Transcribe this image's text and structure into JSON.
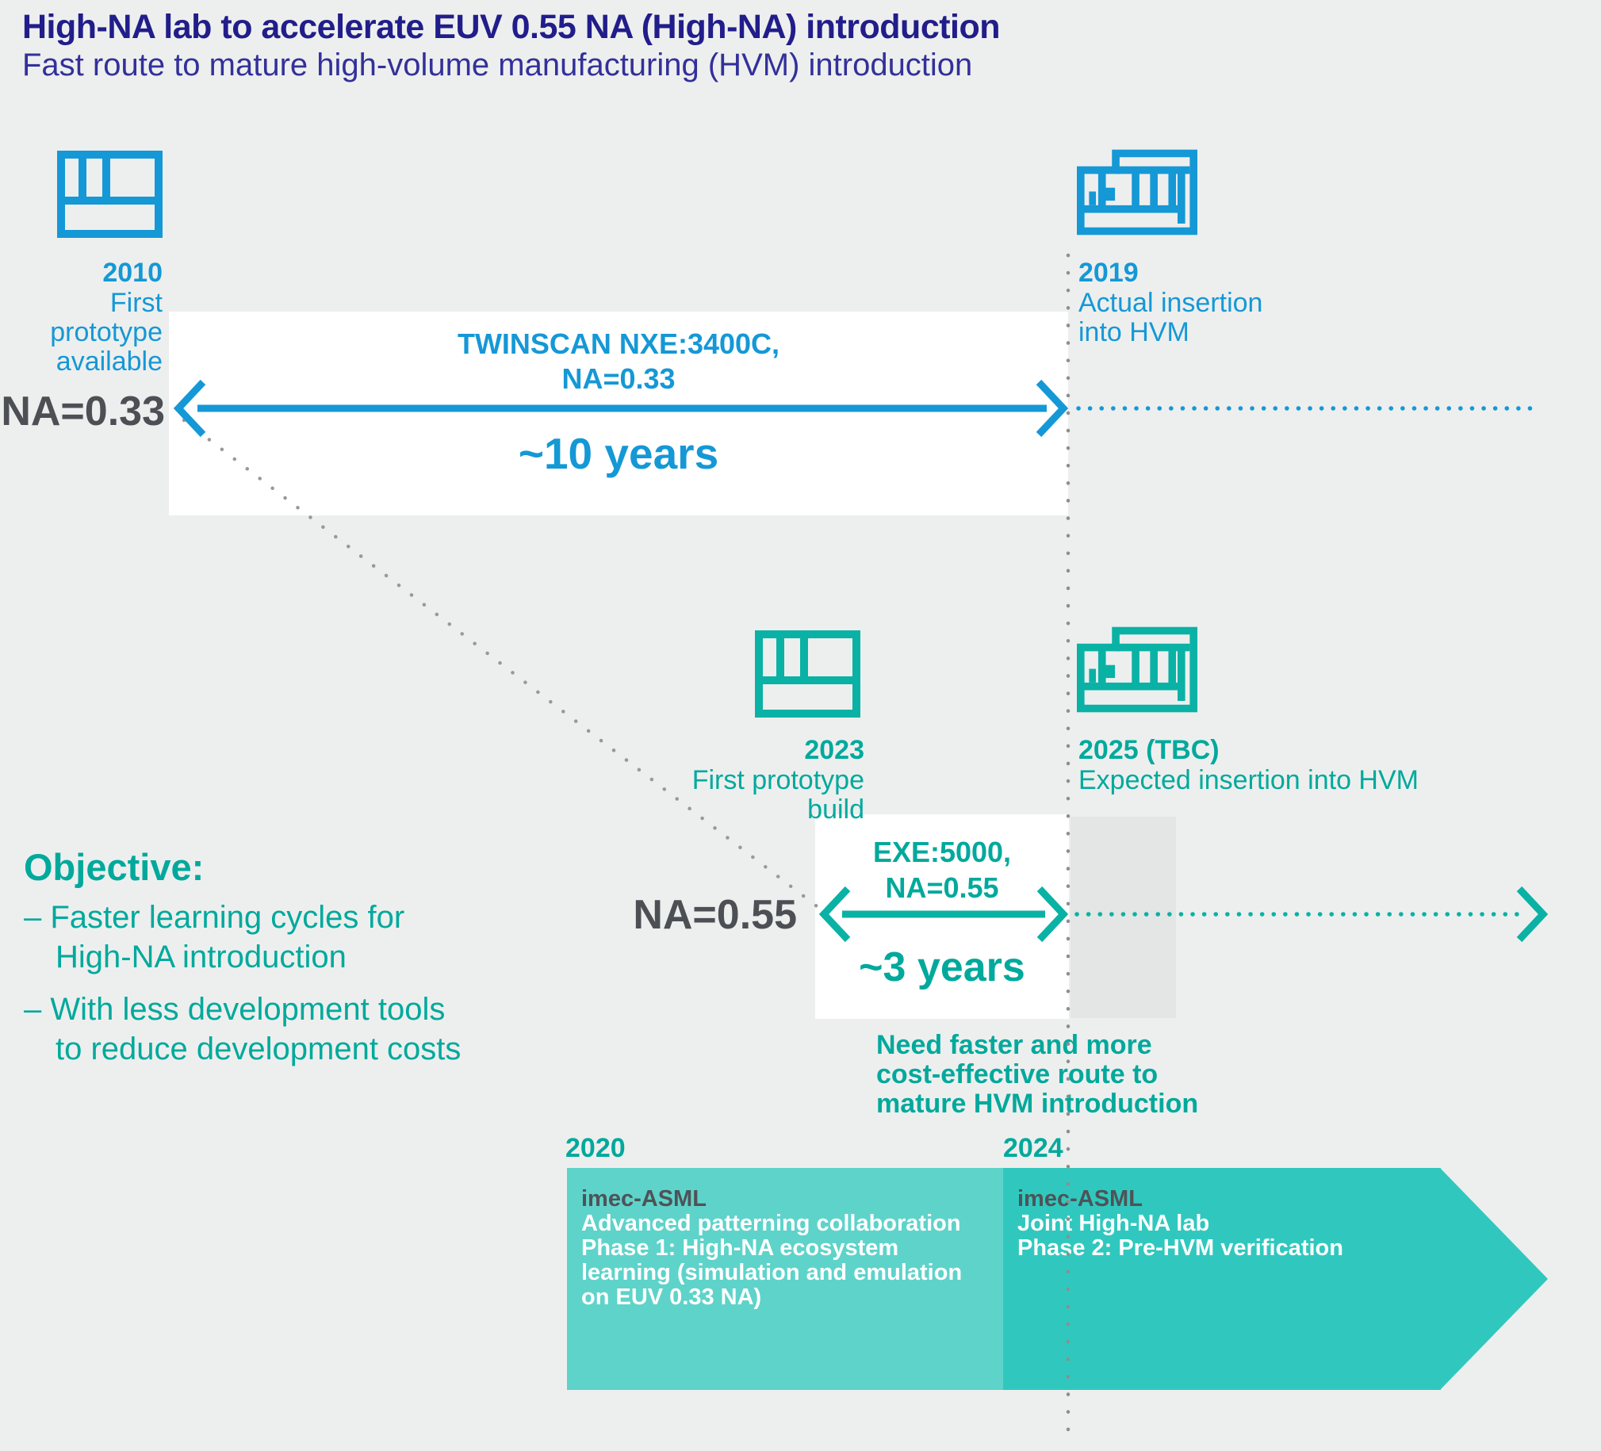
{
  "header": {
    "title": "High-NA lab to accelerate EUV 0.55 NA (High-NA) introduction",
    "subtitle": "Fast route to mature high-volume manufacturing (HVM) introduction"
  },
  "timeline_na033": {
    "na_label": "NA=0.33",
    "start_year": "2010",
    "start_caption": "First prototype\navailable",
    "end_year": "2019",
    "end_caption": "Actual insertion\ninto HVM",
    "tool": "TWINSCAN NXE:3400C,\nNA=0.33",
    "duration": "~10 years"
  },
  "timeline_na055": {
    "na_label": "NA=0.55",
    "start_year": "2023",
    "start_caption": "First prototype\nbuild",
    "end_year": "2025 (TBC)",
    "end_caption": "Expected insertion into HVM",
    "tool": "EXE:5000,\nNA=0.55",
    "duration": "~3 years",
    "note": "Need faster and more\ncost-effective route to\nmature HVM introduction"
  },
  "objective": {
    "heading": "Objective:",
    "items": [
      "– Faster learning cycles for\nHigh-NA introduction",
      "– With less development tools\nto reduce development costs"
    ]
  },
  "phases": {
    "phase1": {
      "year": "2020",
      "org": "imec-ASML",
      "body": "Advanced patterning collaboration\nPhase 1: High-NA ecosystem\nlearning (simulation and emulation\non EUV 0.33 NA)"
    },
    "phase2": {
      "year": "2024",
      "org": "imec-ASML",
      "body": "Joint High-NA lab\nPhase 2: Pre-HVM verification"
    }
  },
  "icons": {
    "scanner": "scanner-tool-icon",
    "fab": "fab-building-icon"
  },
  "colors": {
    "blue": "#1598d6",
    "navy": "#211d8a",
    "teal_text": "#00a99c",
    "teal_icon": "#0ab2a5",
    "gray_text": "#4c5055",
    "box1_fill": "#5ed3ca",
    "box2_fill": "#30c8be",
    "background": "#edefee"
  }
}
